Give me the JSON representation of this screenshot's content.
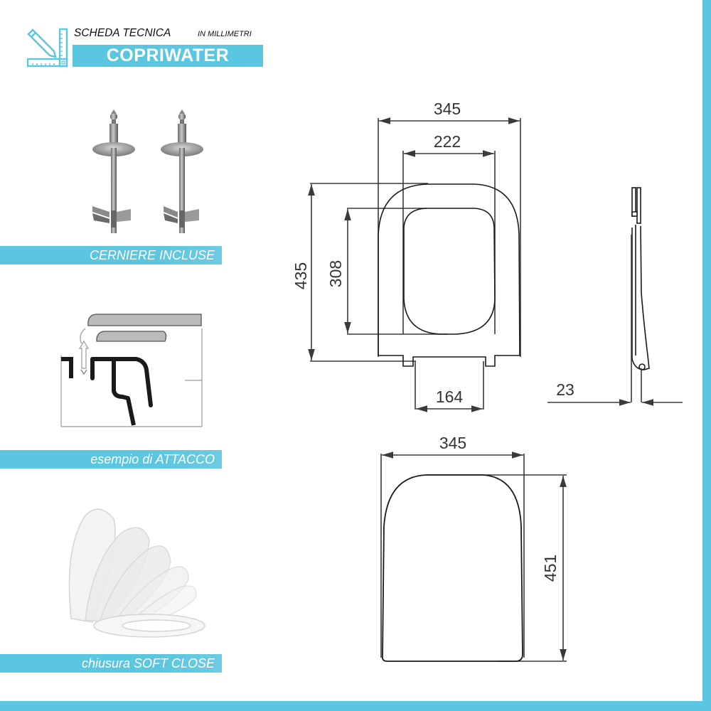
{
  "header": {
    "title": "SCHEDA TECNICA",
    "unit": "IN MILLIMETRI",
    "product": "COPRIWATER",
    "icon": "ruler-pencil-icon"
  },
  "colors": {
    "accent": "#5bc6df",
    "line": "#3a3a3a",
    "background": "#ffffff"
  },
  "features": [
    {
      "label": "CERNIERE INCLUSE",
      "image": "hinge-bolts-image"
    },
    {
      "label": "esempio di ATTACCO",
      "image": "mounting-example-diagram"
    },
    {
      "label": "chiusura SOFT CLOSE",
      "image": "soft-close-seat-image"
    }
  ],
  "dimensions": {
    "top_view": {
      "outer_width": "345",
      "inner_width": "222",
      "outer_length": "435",
      "inner_length": "308",
      "hinge_spacing": "164"
    },
    "side_view": {
      "thickness": "23"
    },
    "lid_view": {
      "width": "345",
      "length": "451"
    }
  }
}
